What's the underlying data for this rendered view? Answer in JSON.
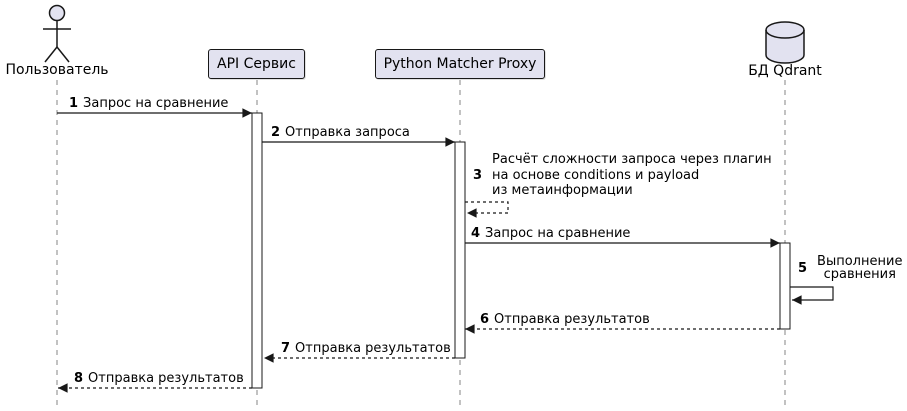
{
  "diagram_type": "uml-sequence",
  "colors": {
    "shape_fill": "#E2E2F0",
    "stroke": "#181818",
    "lifeline": "#858585",
    "activation_fill": "#FFFFFF",
    "background": "#FFFFFF"
  },
  "participants": [
    {
      "kind": "actor",
      "name": "Пользователь"
    },
    {
      "kind": "participant",
      "name": "API Сервис"
    },
    {
      "kind": "participant",
      "name": "Python Matcher Proxy"
    },
    {
      "kind": "database",
      "name": "БД Qdrant"
    }
  ],
  "messages": [
    {
      "num": "1",
      "text": "Запрос на сравнение",
      "from": "Пользователь",
      "to": "API Сервис",
      "line": "solid"
    },
    {
      "num": "2",
      "text": "Отправка запроса",
      "from": "API Сервис",
      "to": "Python Matcher Proxy",
      "line": "solid"
    },
    {
      "num": "3",
      "text": "Расчёт сложности запроса через плагин на основе conditions и payload из метаинформации",
      "lines": [
        "Расчёт сложности запроса через плагин",
        "на основе conditions и payload",
        "из метаинформации"
      ],
      "from": "Python Matcher Proxy",
      "to": "Python Matcher Proxy",
      "line": "dashed"
    },
    {
      "num": "4",
      "text": "Запрос на сравнение",
      "from": "Python Matcher Proxy",
      "to": "БД Qdrant",
      "line": "solid"
    },
    {
      "num": "5",
      "text": "Выполнение сравнения",
      "lines": [
        "Выполнение",
        "сравнения"
      ],
      "from": "БД Qdrant",
      "to": "БД Qdrant",
      "line": "solid"
    },
    {
      "num": "6",
      "text": "Отправка результатов",
      "from": "БД Qdrant",
      "to": "Python Matcher Proxy",
      "line": "dashed"
    },
    {
      "num": "7",
      "text": "Отправка результатов",
      "from": "Python Matcher Proxy",
      "to": "API Сервис",
      "line": "dashed"
    },
    {
      "num": "8",
      "text": "Отправка результатов",
      "from": "API Сервис",
      "to": "Пользователь",
      "line": "dashed"
    }
  ]
}
